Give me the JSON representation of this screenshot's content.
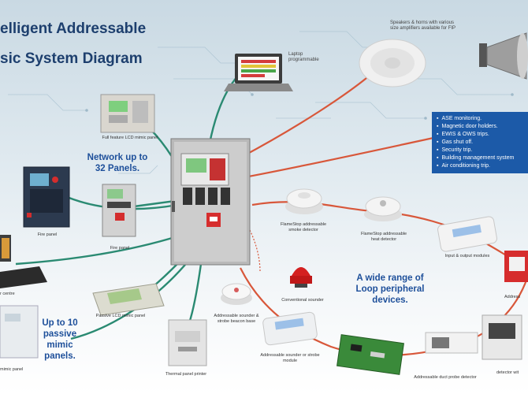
{
  "header": {
    "title_line1": "elligent Addressable",
    "title_line2": "sic System Diagram"
  },
  "labels": {
    "speakers": "Speakers & horns with various size amplifiers available for FIP",
    "laptop": "Laptop programmable",
    "lcd_mimic": "Full feature LCD mimic panel",
    "network": "Network up to 32 Panels.",
    "fire_panel_left": "Fire panel",
    "fire_panel_small": "Fire panel",
    "control_centre": "r centre",
    "smoke_detector": "FlameStop addressable smoke detector",
    "heat_detector": "FlameStop addressable heat detector",
    "io_modules": "Input & output modules",
    "sounder_strobe_base": "Addressable sounder & strobe beacon base",
    "conventional_sounder": "Conventional sounder",
    "loop_devices": "A wide range of Loop peripheral devices.",
    "passive_mimic": "Passive LCD mimic panel",
    "passive_panels": "Up to 10 passive mimic panels.",
    "thermal_printer": "Thermal panel printer",
    "sounder_module": "Addressable sounder or strobe module",
    "duct_detector": "Addressable duct probe detector",
    "mimic_panel_bottom": "mimic panel",
    "right_edge_1": "Address",
    "right_edge_2": "detector wit"
  },
  "features": [
    "ASE monitoring.",
    "Magnetic door holders.",
    "EWIS & OWS trips.",
    "Gas shut off.",
    "Security trip.",
    "Building management system",
    "Air conditioning trip."
  ],
  "colors": {
    "title": "#1d3f6e",
    "accent_blue": "#1c5aa8",
    "loop_red": "#d8573a",
    "link_green": "#2a8a72",
    "fire_red": "#d62d2d"
  }
}
